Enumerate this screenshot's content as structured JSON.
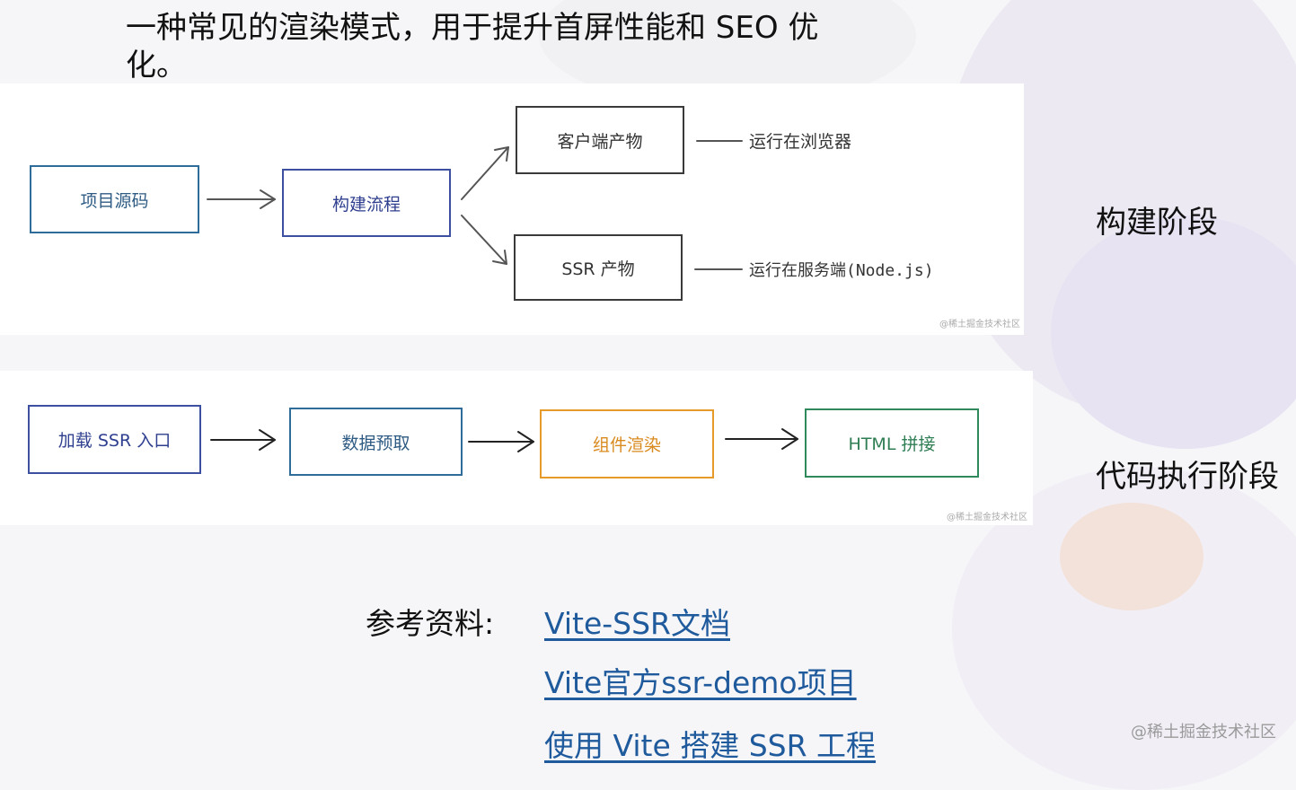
{
  "intro": {
    "line1": "一种常见的渲染模式，用于提升首屏性能和 SEO 优",
    "line2": "化。"
  },
  "build": {
    "source": "项目源码",
    "process": "构建流程",
    "client": "客户端产物",
    "ssr": "SSR 产物",
    "client_note": "运行在浏览器",
    "ssr_note": "运行在服务端(Node.js)",
    "watermark": "@稀土掘金技术社区",
    "stage_label": "构建阶段"
  },
  "runtime": {
    "entry": "加载 SSR 入口",
    "prefetch": "数据预取",
    "render": "组件渲染",
    "html": "HTML 拼接",
    "watermark": "@稀土掘金技术社区",
    "stage_label": "代码执行阶段"
  },
  "references": {
    "label": "参考资料:",
    "links": [
      "Vite-SSR文档",
      "Vite官方ssr-demo项目",
      "使用 Vite 搭建 SSR 工程"
    ]
  },
  "corner_watermark": "@稀土掘金技术社区",
  "colors": {
    "blue": "#2e6c9a",
    "navy": "#3d4fa0",
    "orange": "#e59a2a",
    "green": "#2e8a5b",
    "link": "#1f5a9c"
  }
}
